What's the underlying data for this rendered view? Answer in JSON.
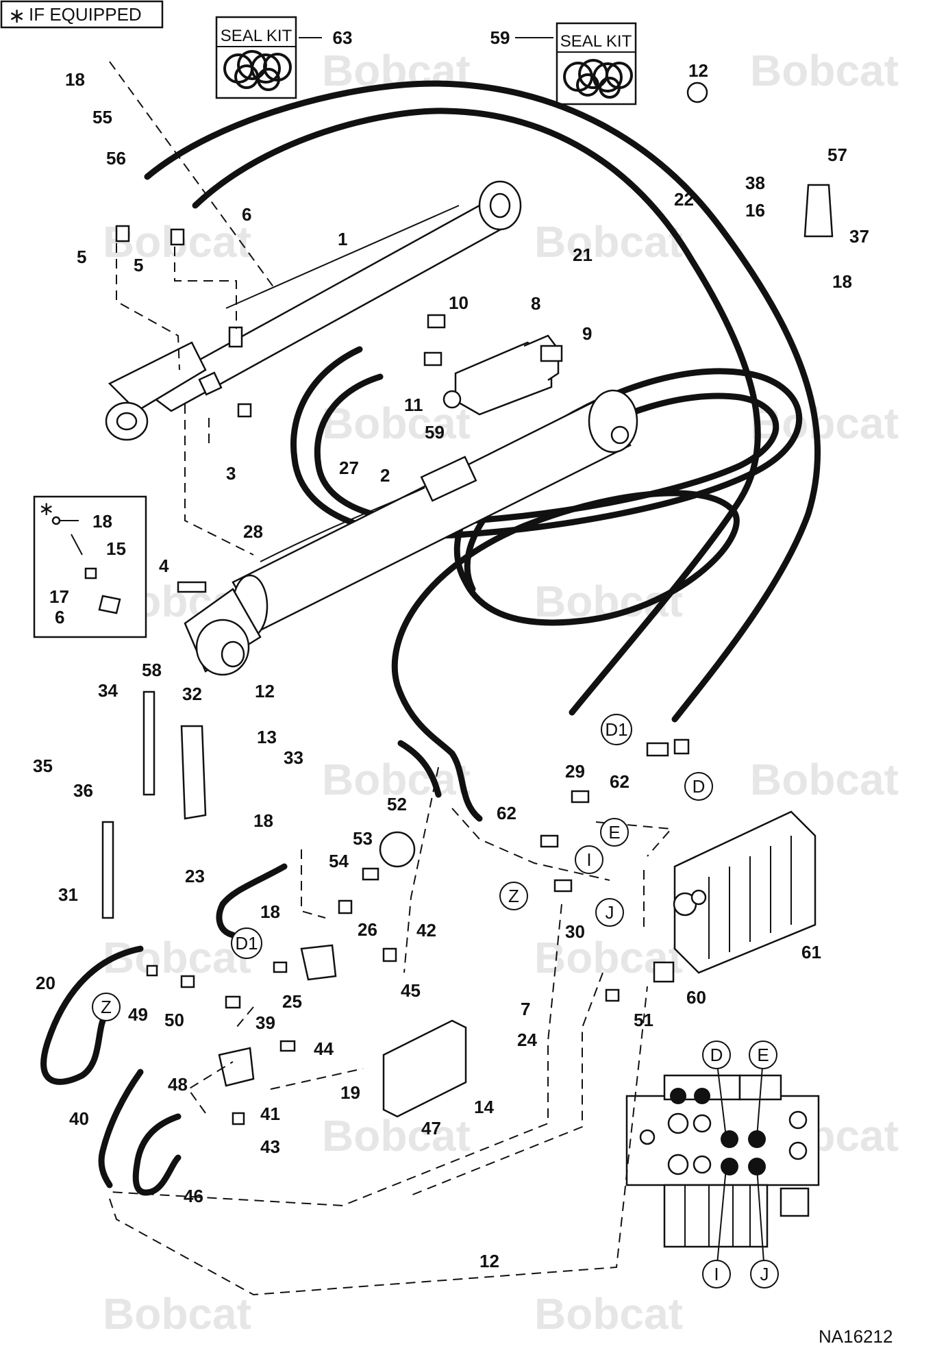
{
  "header": {
    "symbol": "∗",
    "text": "IF EQUIPPED"
  },
  "seal_kits": [
    {
      "label": "SEAL KIT",
      "ref": "63"
    },
    {
      "label": "SEAL KIT",
      "ref": "59"
    }
  ],
  "watermark": "Bobcat",
  "inset_star": "∗",
  "drawing_number": "NA16212",
  "part_labels": {
    "p1": "1",
    "p2": "2",
    "p3": "3",
    "p4": "4",
    "p5a": "5",
    "p5b": "5",
    "p6a": "6",
    "p6b": "6",
    "p7": "7",
    "p8": "8",
    "p9": "9",
    "p10": "10",
    "p11": "11",
    "p12a": "12",
    "p12b": "12",
    "p12c": "12",
    "p13": "13",
    "p14": "14",
    "p15": "15",
    "p16": "16",
    "p17": "17",
    "p18a": "18",
    "p18b": "18",
    "p18c": "18",
    "p18d": "18",
    "p18e": "18",
    "p19": "19",
    "p20": "20",
    "p21": "21",
    "p22": "22",
    "p23": "23",
    "p24": "24",
    "p25": "25",
    "p26": "26",
    "p27": "27",
    "p28": "28",
    "p29": "29",
    "p30": "30",
    "p31": "31",
    "p32": "32",
    "p33": "33",
    "p34": "34",
    "p35": "35",
    "p36": "36",
    "p37": "37",
    "p38": "38",
    "p39": "39",
    "p40": "40",
    "p41": "41",
    "p42": "42",
    "p43": "43",
    "p44": "44",
    "p45": "45",
    "p46": "46",
    "p47": "47",
    "p48": "48",
    "p49": "49",
    "p50": "50",
    "p51": "51",
    "p52": "52",
    "p53": "53",
    "p54": "54",
    "p55": "55",
    "p56": "56",
    "p57": "57",
    "p58": "58",
    "p59": "59",
    "p59b": "59",
    "p60": "60",
    "p61": "61",
    "p62a": "62",
    "p62b": "62"
  },
  "connection_tags": {
    "d1_top": "D1",
    "d_top": "D",
    "e_mid": "E",
    "i_mid": "I",
    "z_mid": "Z",
    "j_mid": "J",
    "d1_low": "D1",
    "z_low": "Z",
    "d_valve": "D",
    "e_valve": "E",
    "i_valve": "I",
    "j_valve": "J"
  }
}
